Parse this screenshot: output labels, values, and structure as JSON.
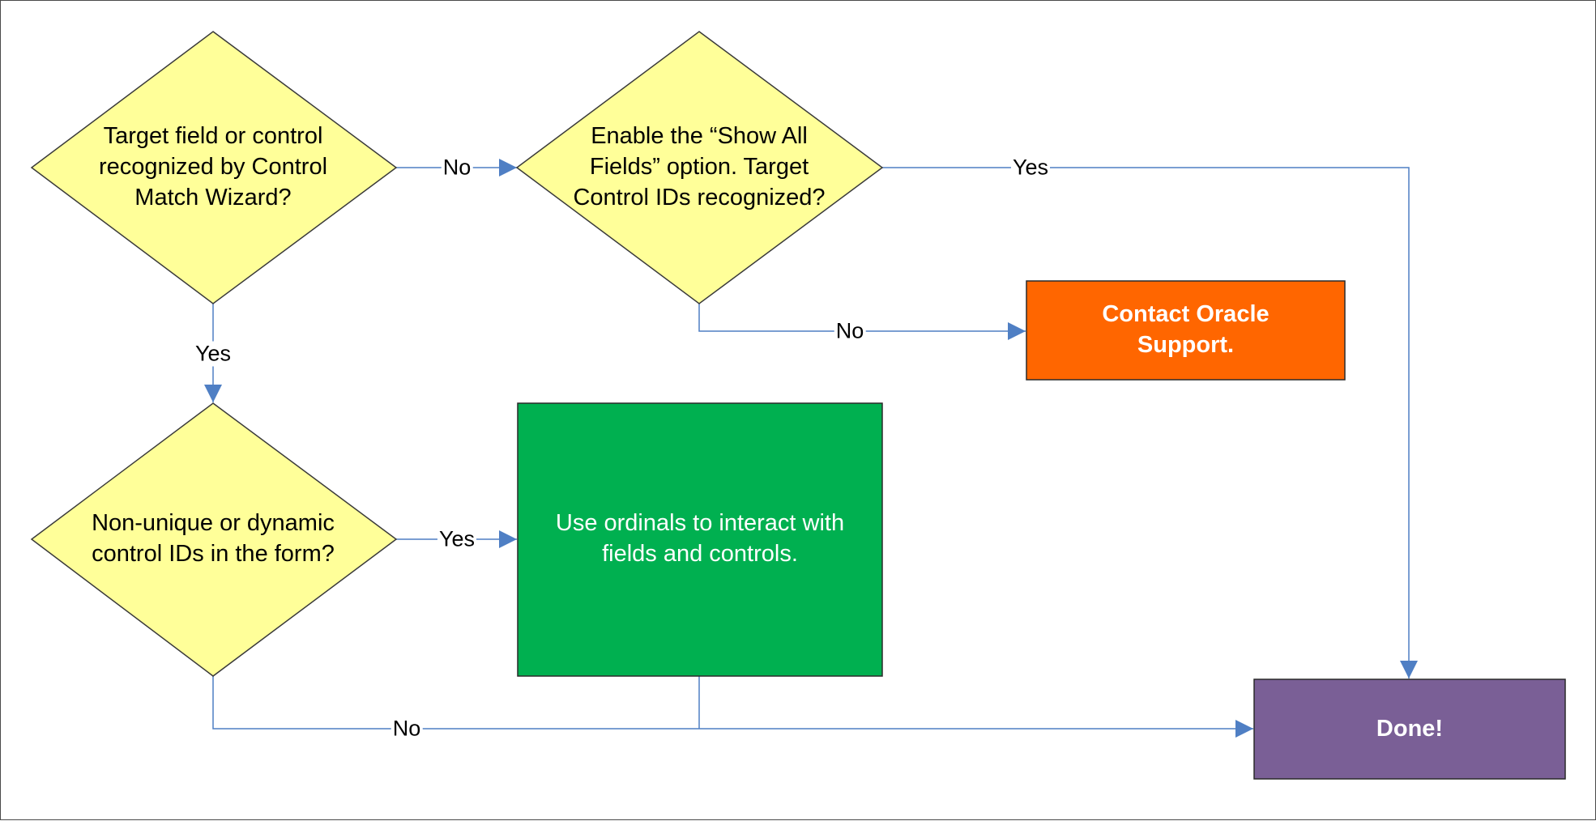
{
  "colors": {
    "decision_fill": "#ffff99",
    "decision_stroke": "#3a3a3a",
    "connector": "#4f7fc4",
    "action_ordinals": "#00b050",
    "contact_support": "#ff6600",
    "done": "#7a5f96"
  },
  "nodes": {
    "decision_recognized": "Target field or control recognized by Control Match Wizard?",
    "decision_show_all": "Enable the “Show All Fields” option. Target Control IDs recognized?",
    "decision_nonunique": "Non-unique or dynamic control IDs in the form?",
    "action_ordinals": "Use ordinals to interact with fields and controls.",
    "contact_support": "Contact Oracle Support.",
    "done": "Done!"
  },
  "edges": {
    "recognized_no": "No",
    "recognized_yes": "Yes",
    "show_all_yes": "Yes",
    "show_all_no": "No",
    "nonunique_yes": "Yes",
    "nonunique_no": "No"
  }
}
